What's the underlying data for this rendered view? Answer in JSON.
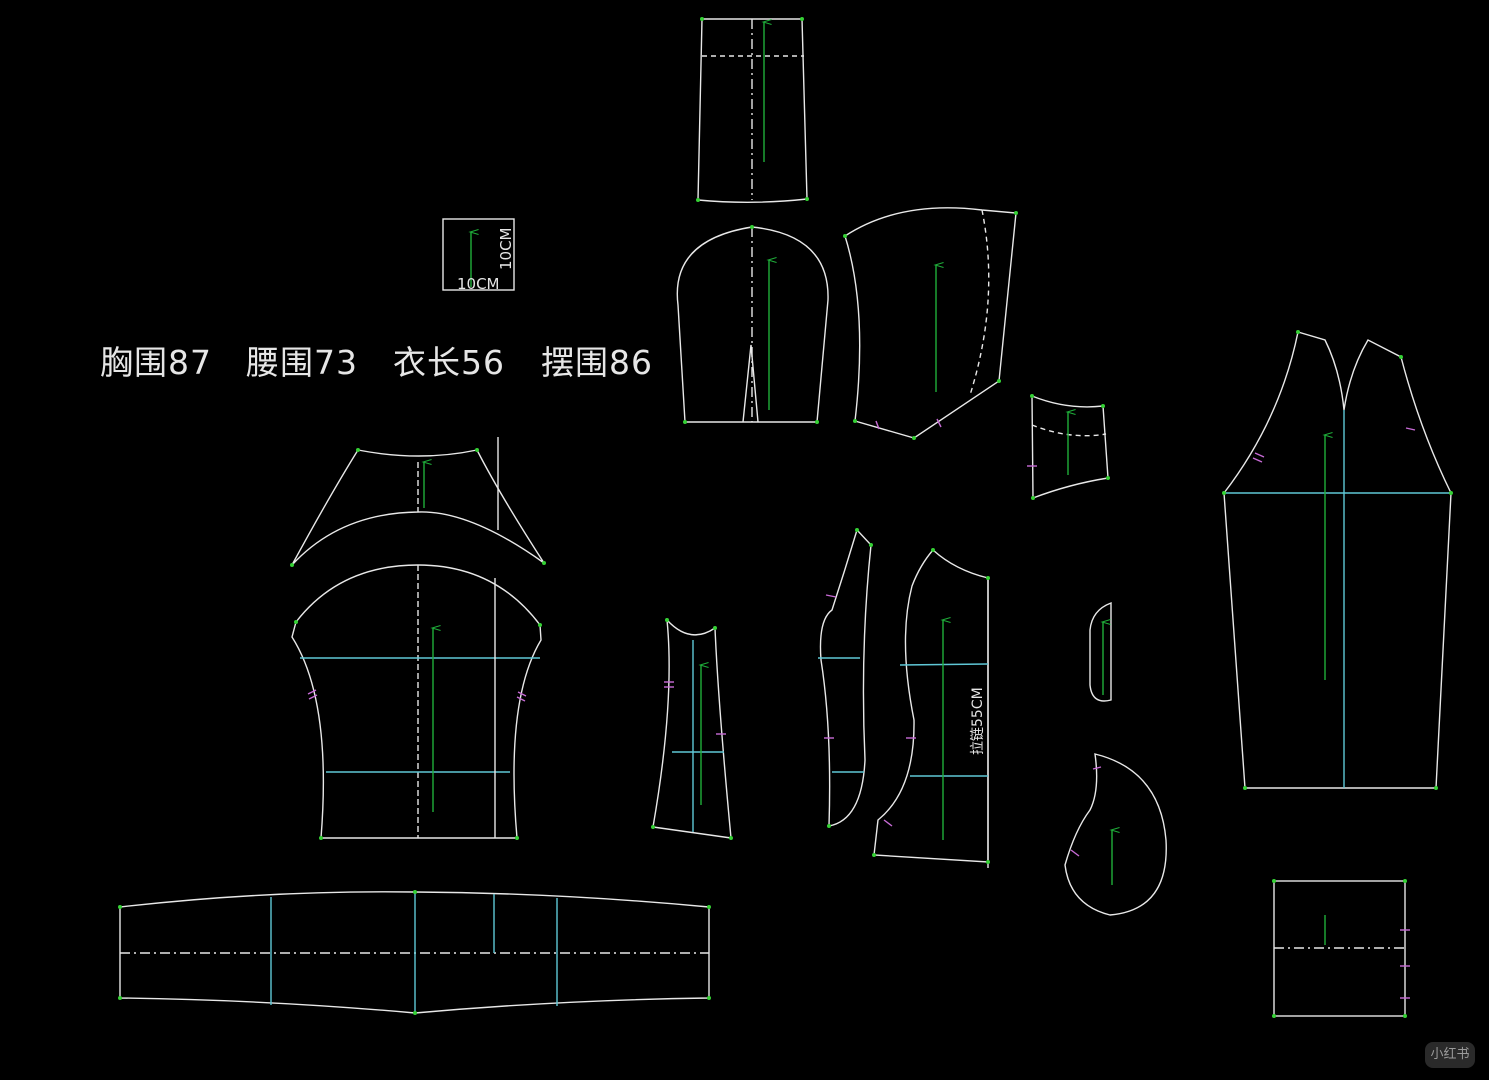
{
  "measurements": [
    {
      "label": "胸围",
      "value": "87"
    },
    {
      "label": "腰围",
      "value": "73"
    },
    {
      "label": "衣长",
      "value": "56"
    },
    {
      "label": "摆围",
      "value": "86"
    }
  ],
  "scale_box": {
    "width_label": "10CM",
    "height_label": "10CM"
  },
  "zipper_label": "拉链55CM",
  "watermark": "小红书",
  "colors": {
    "background": "#000000",
    "outline": "#e8e8e8",
    "grain": "#1fae3a",
    "guide": "#5fc7d6",
    "point": "#35d135",
    "notch": "#c86bd6"
  }
}
